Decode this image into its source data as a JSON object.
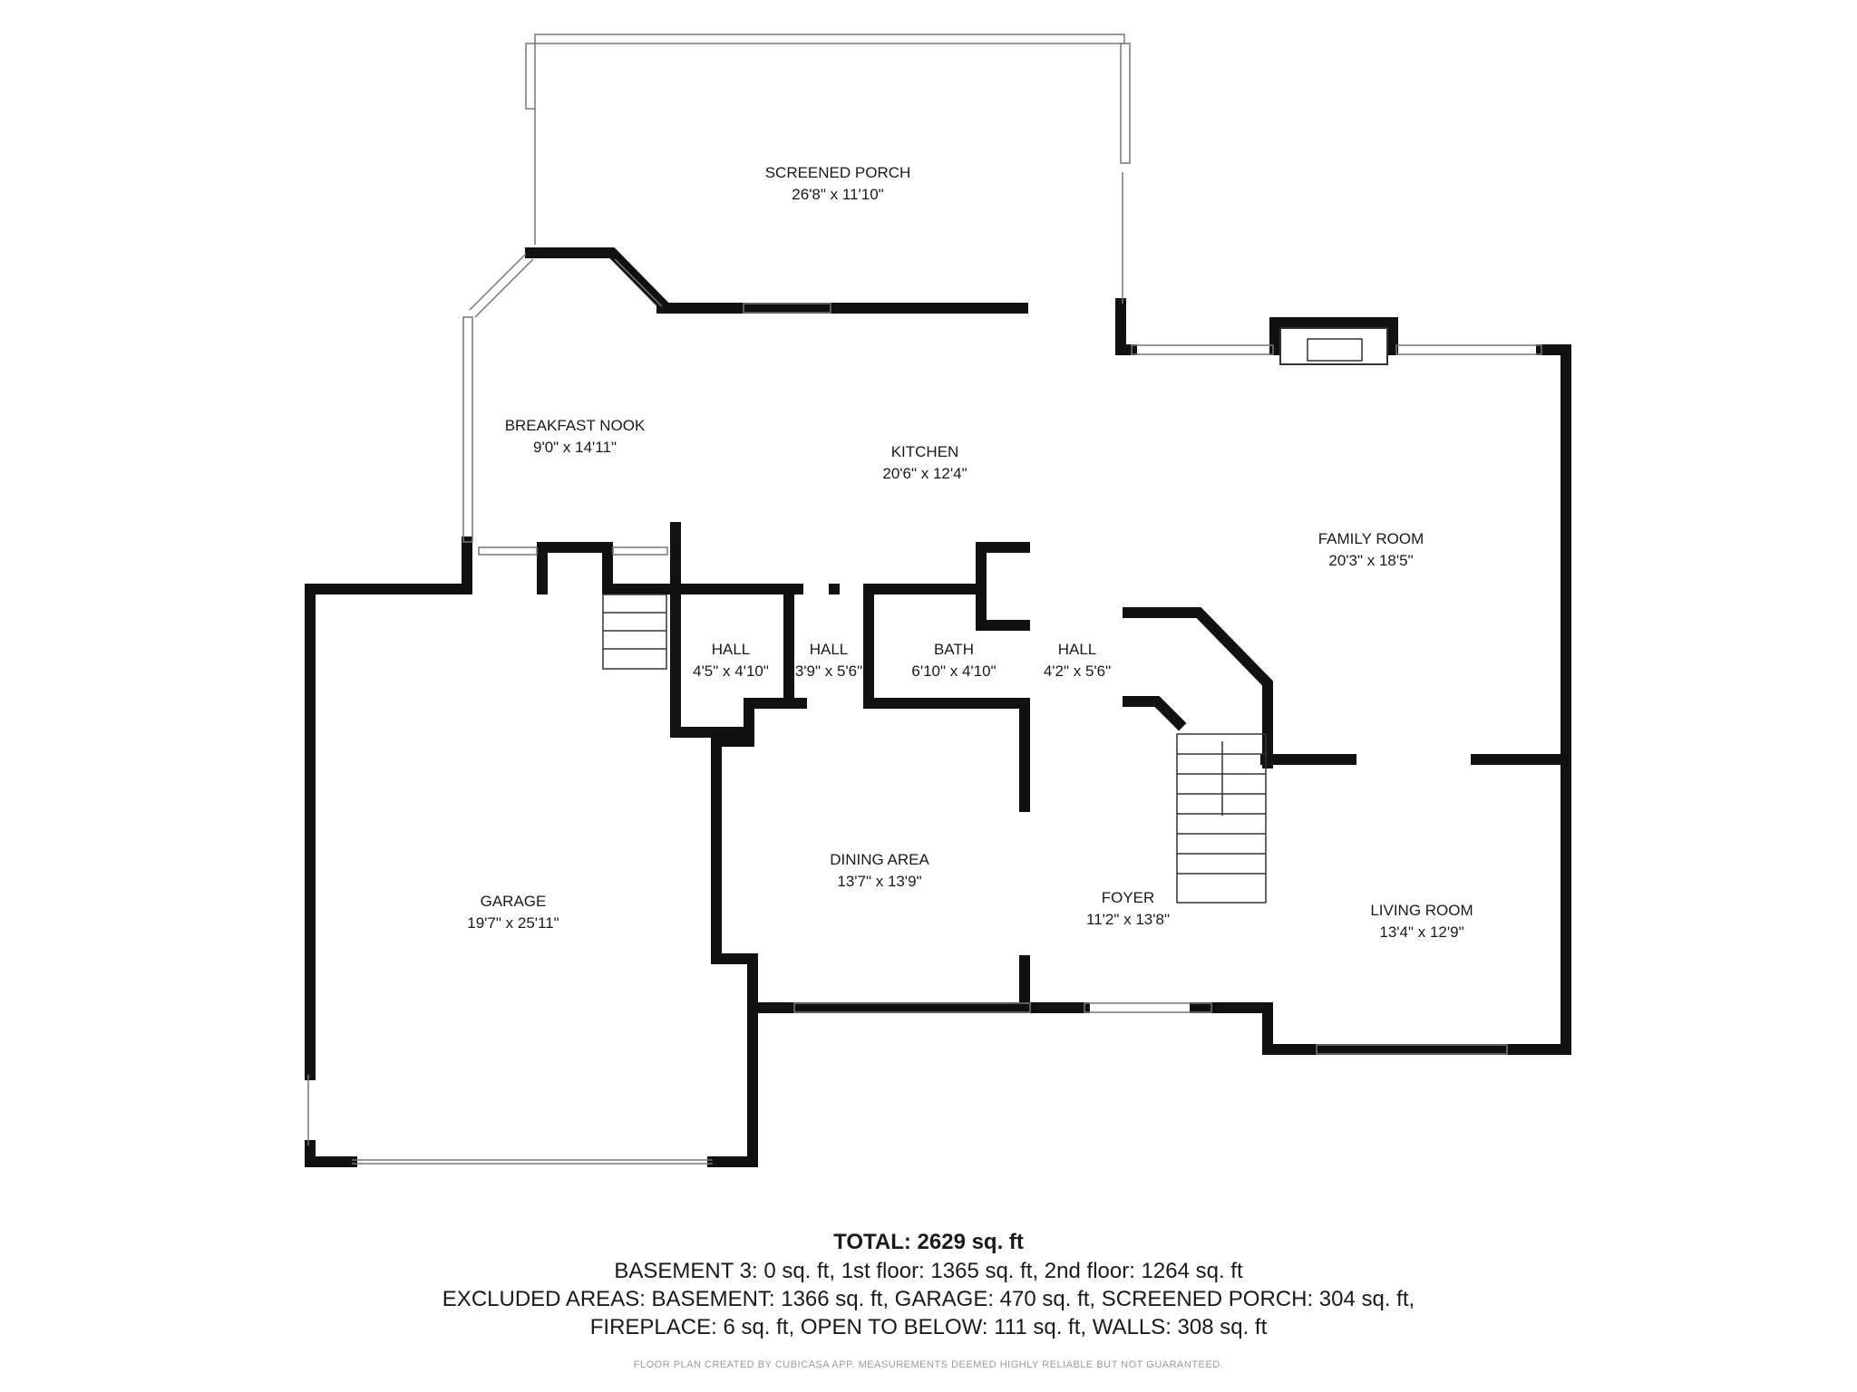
{
  "rooms": {
    "screened_porch": {
      "name": "SCREENED PORCH",
      "dims": "26'8\" x 11'10\""
    },
    "breakfast_nook": {
      "name": "BREAKFAST NOOK",
      "dims": "9'0\" x 14'11\""
    },
    "kitchen": {
      "name": "KITCHEN",
      "dims": "20'6\" x 12'4\""
    },
    "family_room": {
      "name": "FAMILY ROOM",
      "dims": "20'3\" x 18'5\""
    },
    "hall_1": {
      "name": "HALL",
      "dims": "4'5\" x 4'10\""
    },
    "hall_2": {
      "name": "HALL",
      "dims": "3'9\" x 5'6\""
    },
    "bath": {
      "name": "BATH",
      "dims": "6'10\" x 4'10\""
    },
    "hall_3": {
      "name": "HALL",
      "dims": "4'2\" x 5'6\""
    },
    "garage": {
      "name": "GARAGE",
      "dims": "19'7\" x 25'11\""
    },
    "dining_area": {
      "name": "DINING AREA",
      "dims": "13'7\" x 13'9\""
    },
    "foyer": {
      "name": "FOYER",
      "dims": "11'2\" x 13'8\""
    },
    "living_room": {
      "name": "LIVING ROOM",
      "dims": "13'4\" x 12'9\""
    }
  },
  "summary": {
    "total": "TOTAL: 2629 sq. ft",
    "line1": "BASEMENT 3: 0 sq. ft, 1st floor: 1365 sq. ft, 2nd floor: 1264 sq. ft",
    "line2": "EXCLUDED AREAS: BASEMENT: 1366 sq. ft, GARAGE: 470 sq. ft, SCREENED PORCH: 304 sq. ft,",
    "line3": "FIREPLACE: 6 sq. ft, OPEN TO BELOW: 111 sq. ft, WALLS: 308 sq. ft"
  },
  "footer_note": "FLOOR PLAN CREATED BY CUBICASA APP. MEASUREMENTS DEEMED HIGHLY RELIABLE BUT NOT GUARANTEED.",
  "colors": {
    "wall": "#111111",
    "window": "#9e9e9e",
    "text": "#1a1a1a"
  }
}
